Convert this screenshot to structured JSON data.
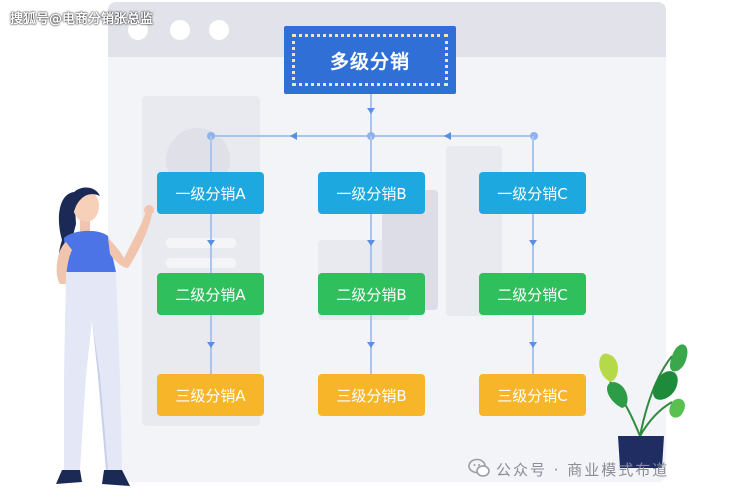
{
  "watermark": "搜狐号@电商分销张总监",
  "root": {
    "label": "多级分销"
  },
  "level1": [
    "一级分销A",
    "一级分销B",
    "一级分销C"
  ],
  "level2": [
    "二级分销A",
    "二级分销B",
    "二级分销C"
  ],
  "level3": [
    "三级分销A",
    "三级分销B",
    "三级分销C"
  ],
  "footer": {
    "text": "公众号 · 商业模式布道"
  },
  "colors": {
    "root": "#2f6fd6",
    "level1": "#1ea8e0",
    "level2": "#2fbf5d",
    "level3": "#f7b52a",
    "connector": "#a9c4ef"
  },
  "icons": [
    "wechat-icon"
  ]
}
